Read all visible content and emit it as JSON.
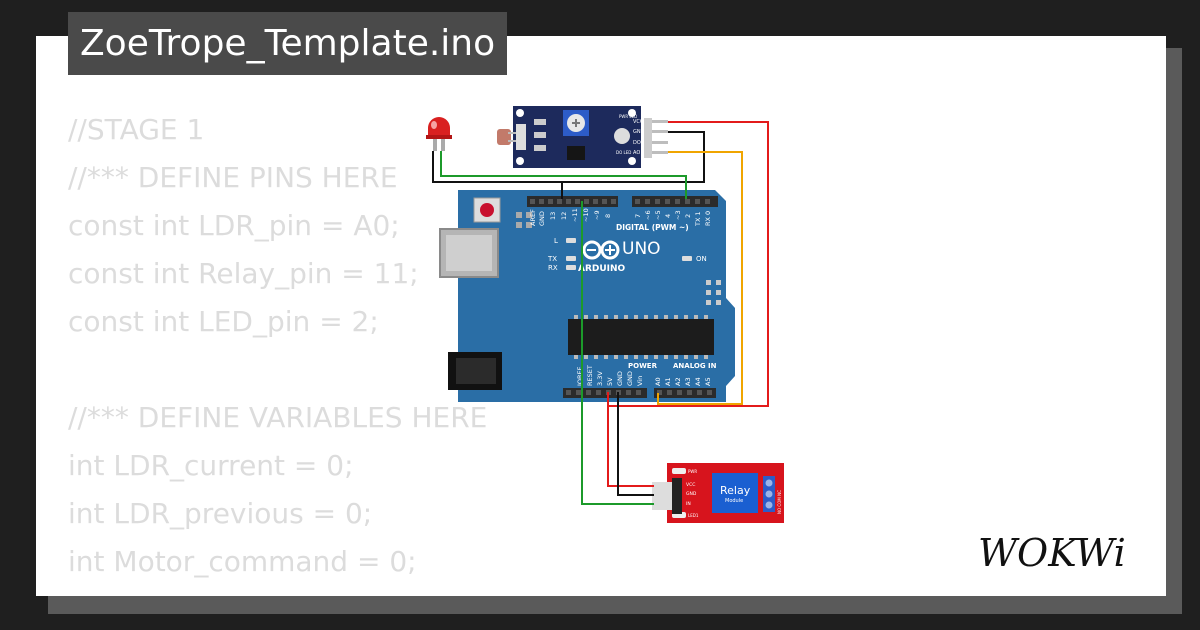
{
  "project": {
    "title": "ZoeTrope_Template.ino"
  },
  "code_lines": [
    "//STAGE 1",
    "//*** DEFINE PINS HERE",
    "const int LDR_pin = A0;",
    "const int Relay_pin = 11;",
    "const int LED_pin = 2;",
    "",
    "//*** DEFINE VARIABLES HERE",
    "int LDR_current = 0;",
    "int LDR_previous = 0;",
    "int Motor_command = 0;"
  ],
  "arduino": {
    "brand": "ARDUINO",
    "model": "UNO",
    "digital_header": "DIGITAL (PWM ~)",
    "analog_header": "ANALOG IN",
    "power_header": "POWER",
    "led_l": "L",
    "led_tx": "TX",
    "led_rx": "RX",
    "led_on": "ON",
    "digital_pins": [
      "AREF",
      "GND",
      "13",
      "12",
      "~11",
      "~10",
      "~9",
      "8",
      "7",
      "~6",
      "~5",
      "4",
      "~3",
      "2",
      "TX 1",
      "RX 0"
    ],
    "power_pins": [
      "IOREF",
      "RESET",
      "3.3V",
      "5V",
      "GND",
      "GND",
      "Vin"
    ],
    "analog_pins": [
      "A0",
      "A1",
      "A2",
      "A3",
      "A4",
      "A5"
    ]
  },
  "ldr_module": {
    "pins": [
      "VCC",
      "GND",
      "DO",
      "AO"
    ],
    "pwr_label": "PWR LED",
    "do_label": "DO LED"
  },
  "relay_module": {
    "label": "Relay",
    "sublabel": "Module",
    "pins": [
      "VCC",
      "GND",
      "IN"
    ],
    "pwr_label": "PWR",
    "led_label": "LED1",
    "contacts": "NO COM NC"
  },
  "branding": {
    "logo": "WOKWi"
  },
  "colors": {
    "board": "#2a6ea6",
    "wire_red": "#e31b1b",
    "wire_black": "#111111",
    "wire_green": "#1c9a2a",
    "wire_orange": "#f0a500",
    "ldr_board": "#1d2a5c",
    "relay_board": "#d7141d",
    "relay_body": "#1a5fd1"
  }
}
